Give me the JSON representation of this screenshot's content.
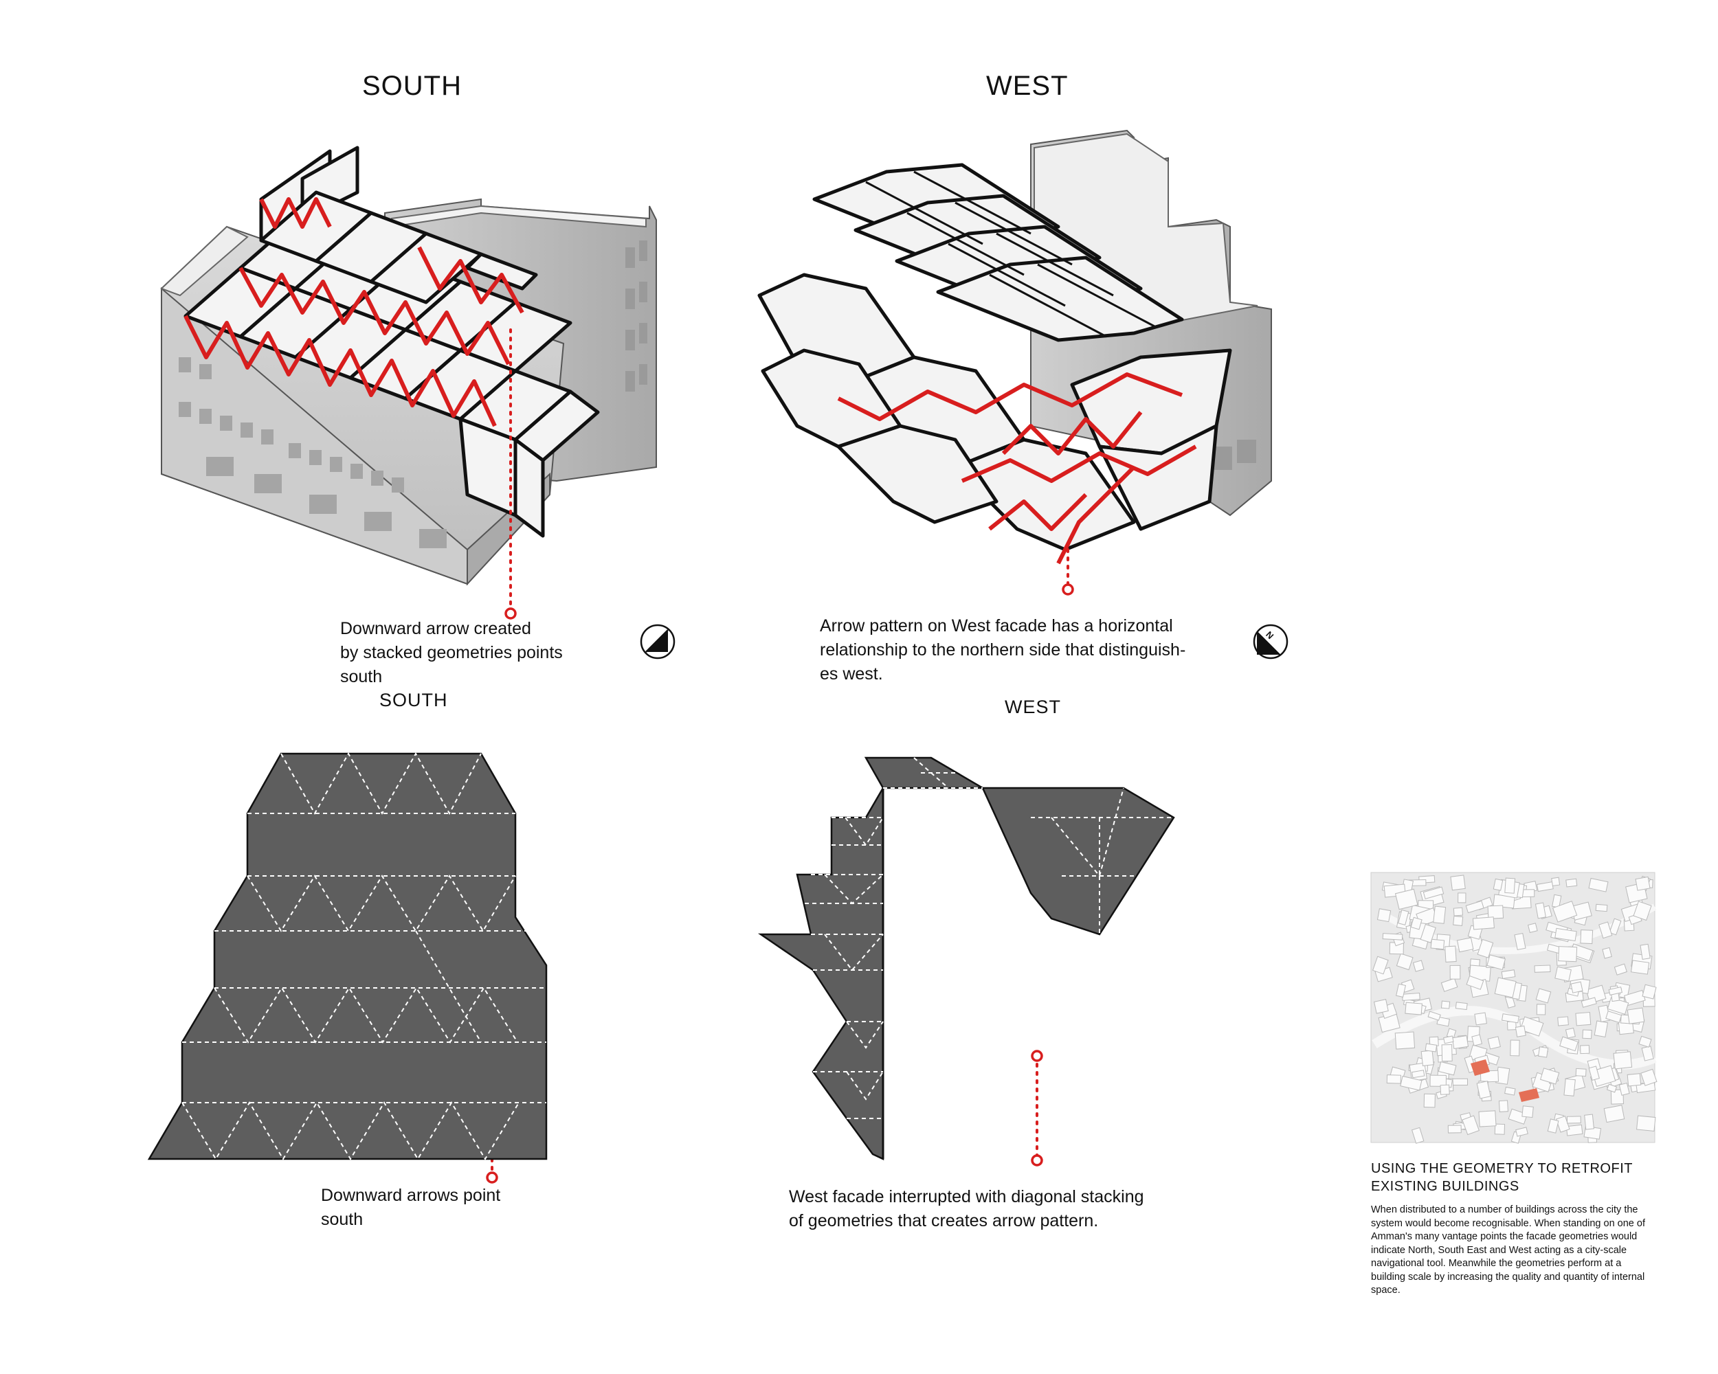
{
  "south": {
    "title": "SOUTH",
    "axon_caption": "Downward arrow created\nby stacked geometries points\nsouth",
    "elevation_title": "SOUTH",
    "elevation_caption": "Downward arrows point\nsouth"
  },
  "west": {
    "title": "WEST",
    "axon_caption": "Arrow pattern on West facade has a horizontal\nrelationship to the northern side that distinguish-\nes west.",
    "elevation_title": "WEST",
    "elevation_caption": "West facade interrupted with diagonal stacking\nof geometries that creates arrow pattern."
  },
  "retrofit": {
    "title": "USING THE GEOMETRY TO RETROFIT\nEXISTING BUILDINGS",
    "body": "When distributed to a number of buildings across the city the system would become recognisable. When standing on one of Amman's many vantage points the facade geometries would indicate North, South East and West acting as a city-scale navigational tool. Meanwhile the geometries perform at a building scale by increasing the quality and quantity of internal space."
  },
  "north_arrow": {
    "letter": "N"
  },
  "colors": {
    "accent_red": "#d81e1e",
    "panel_dark": "#5e5e5e",
    "frame_black": "#111111",
    "building_grey": "#c8c8c8"
  }
}
